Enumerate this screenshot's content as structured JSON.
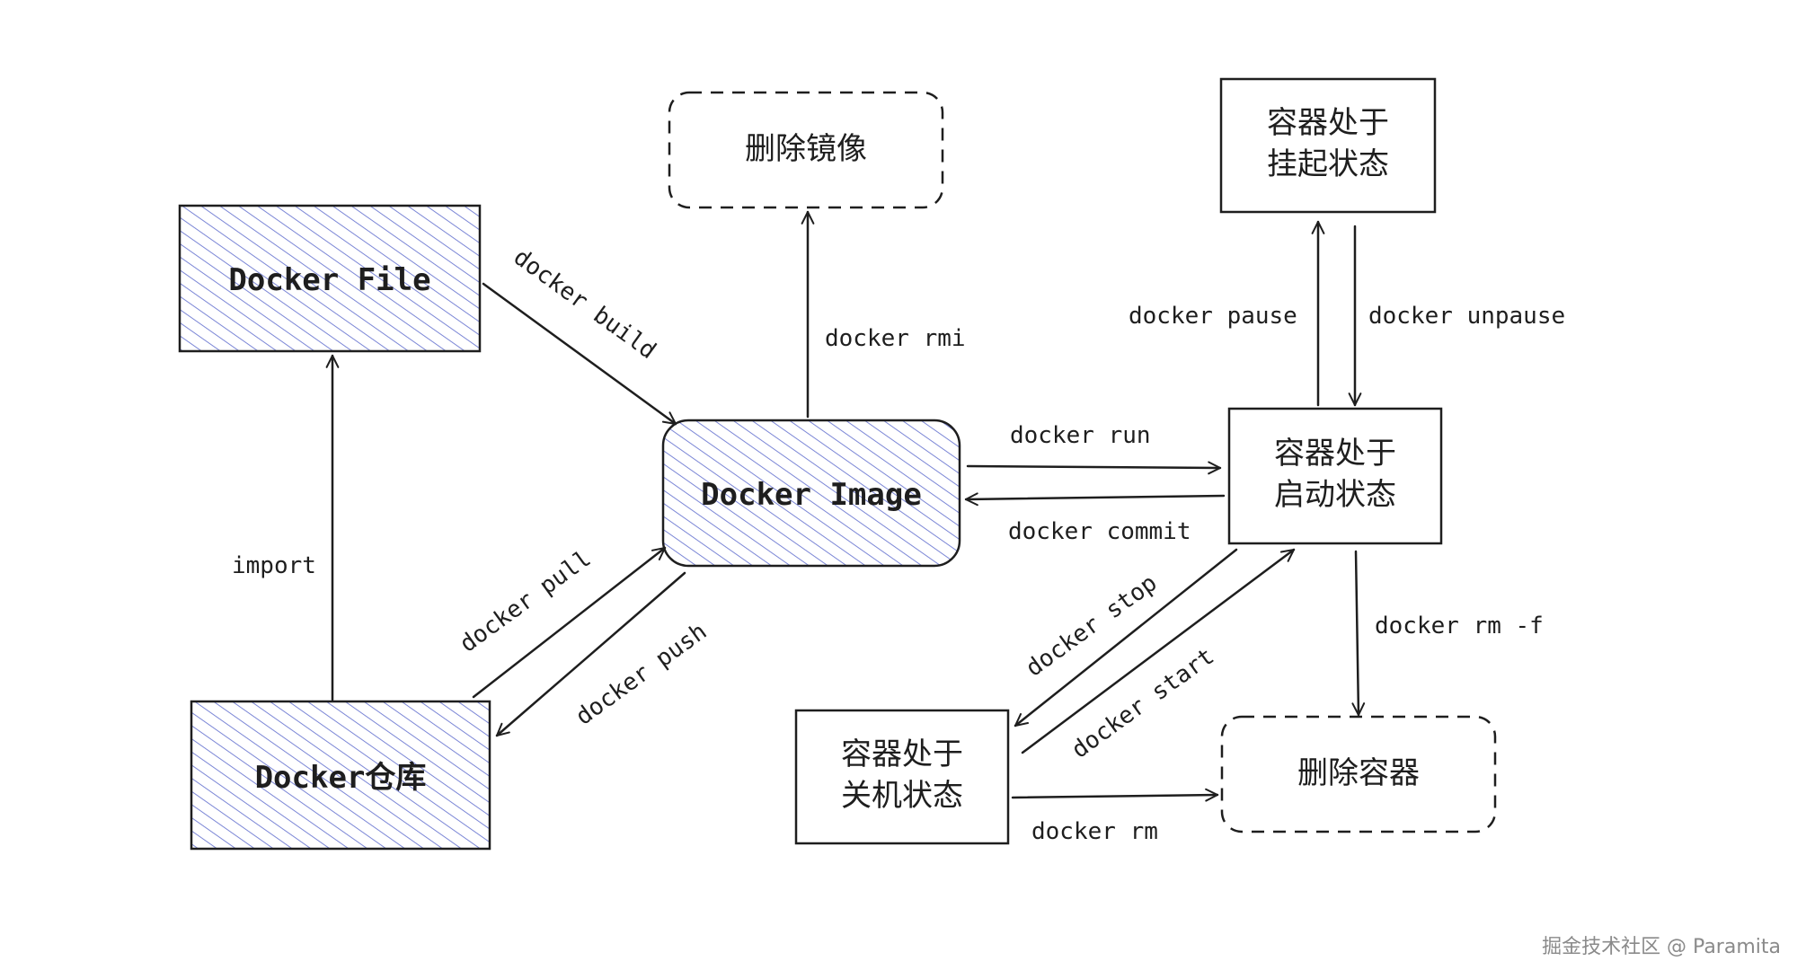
{
  "nodes": {
    "dockerfile": "Docker File",
    "image": "Docker Image",
    "registry": "Docker仓库",
    "remove_image": "删除镜像",
    "paused": [
      "容器处于",
      "挂起状态"
    ],
    "running": [
      "容器处于",
      "启动状态"
    ],
    "stopped": [
      "容器处于",
      "关机状态"
    ],
    "remove_container": "删除容器"
  },
  "edges": {
    "build": "docker build",
    "rmi": "docker rmi",
    "import": "import",
    "pull": "docker pull",
    "push": "docker push",
    "run": "docker run",
    "commit": "docker commit",
    "pause": "docker pause",
    "unpause": "docker unpause",
    "stop": "docker stop",
    "start": "docker start",
    "rm_f": "docker rm -f",
    "rm": "docker rm"
  },
  "watermark": "掘金技术社区 @ Paramita",
  "colors": {
    "hatch": "#7b86d6",
    "stroke": "#1e1e1e",
    "watermark": "#8a8a8a"
  }
}
